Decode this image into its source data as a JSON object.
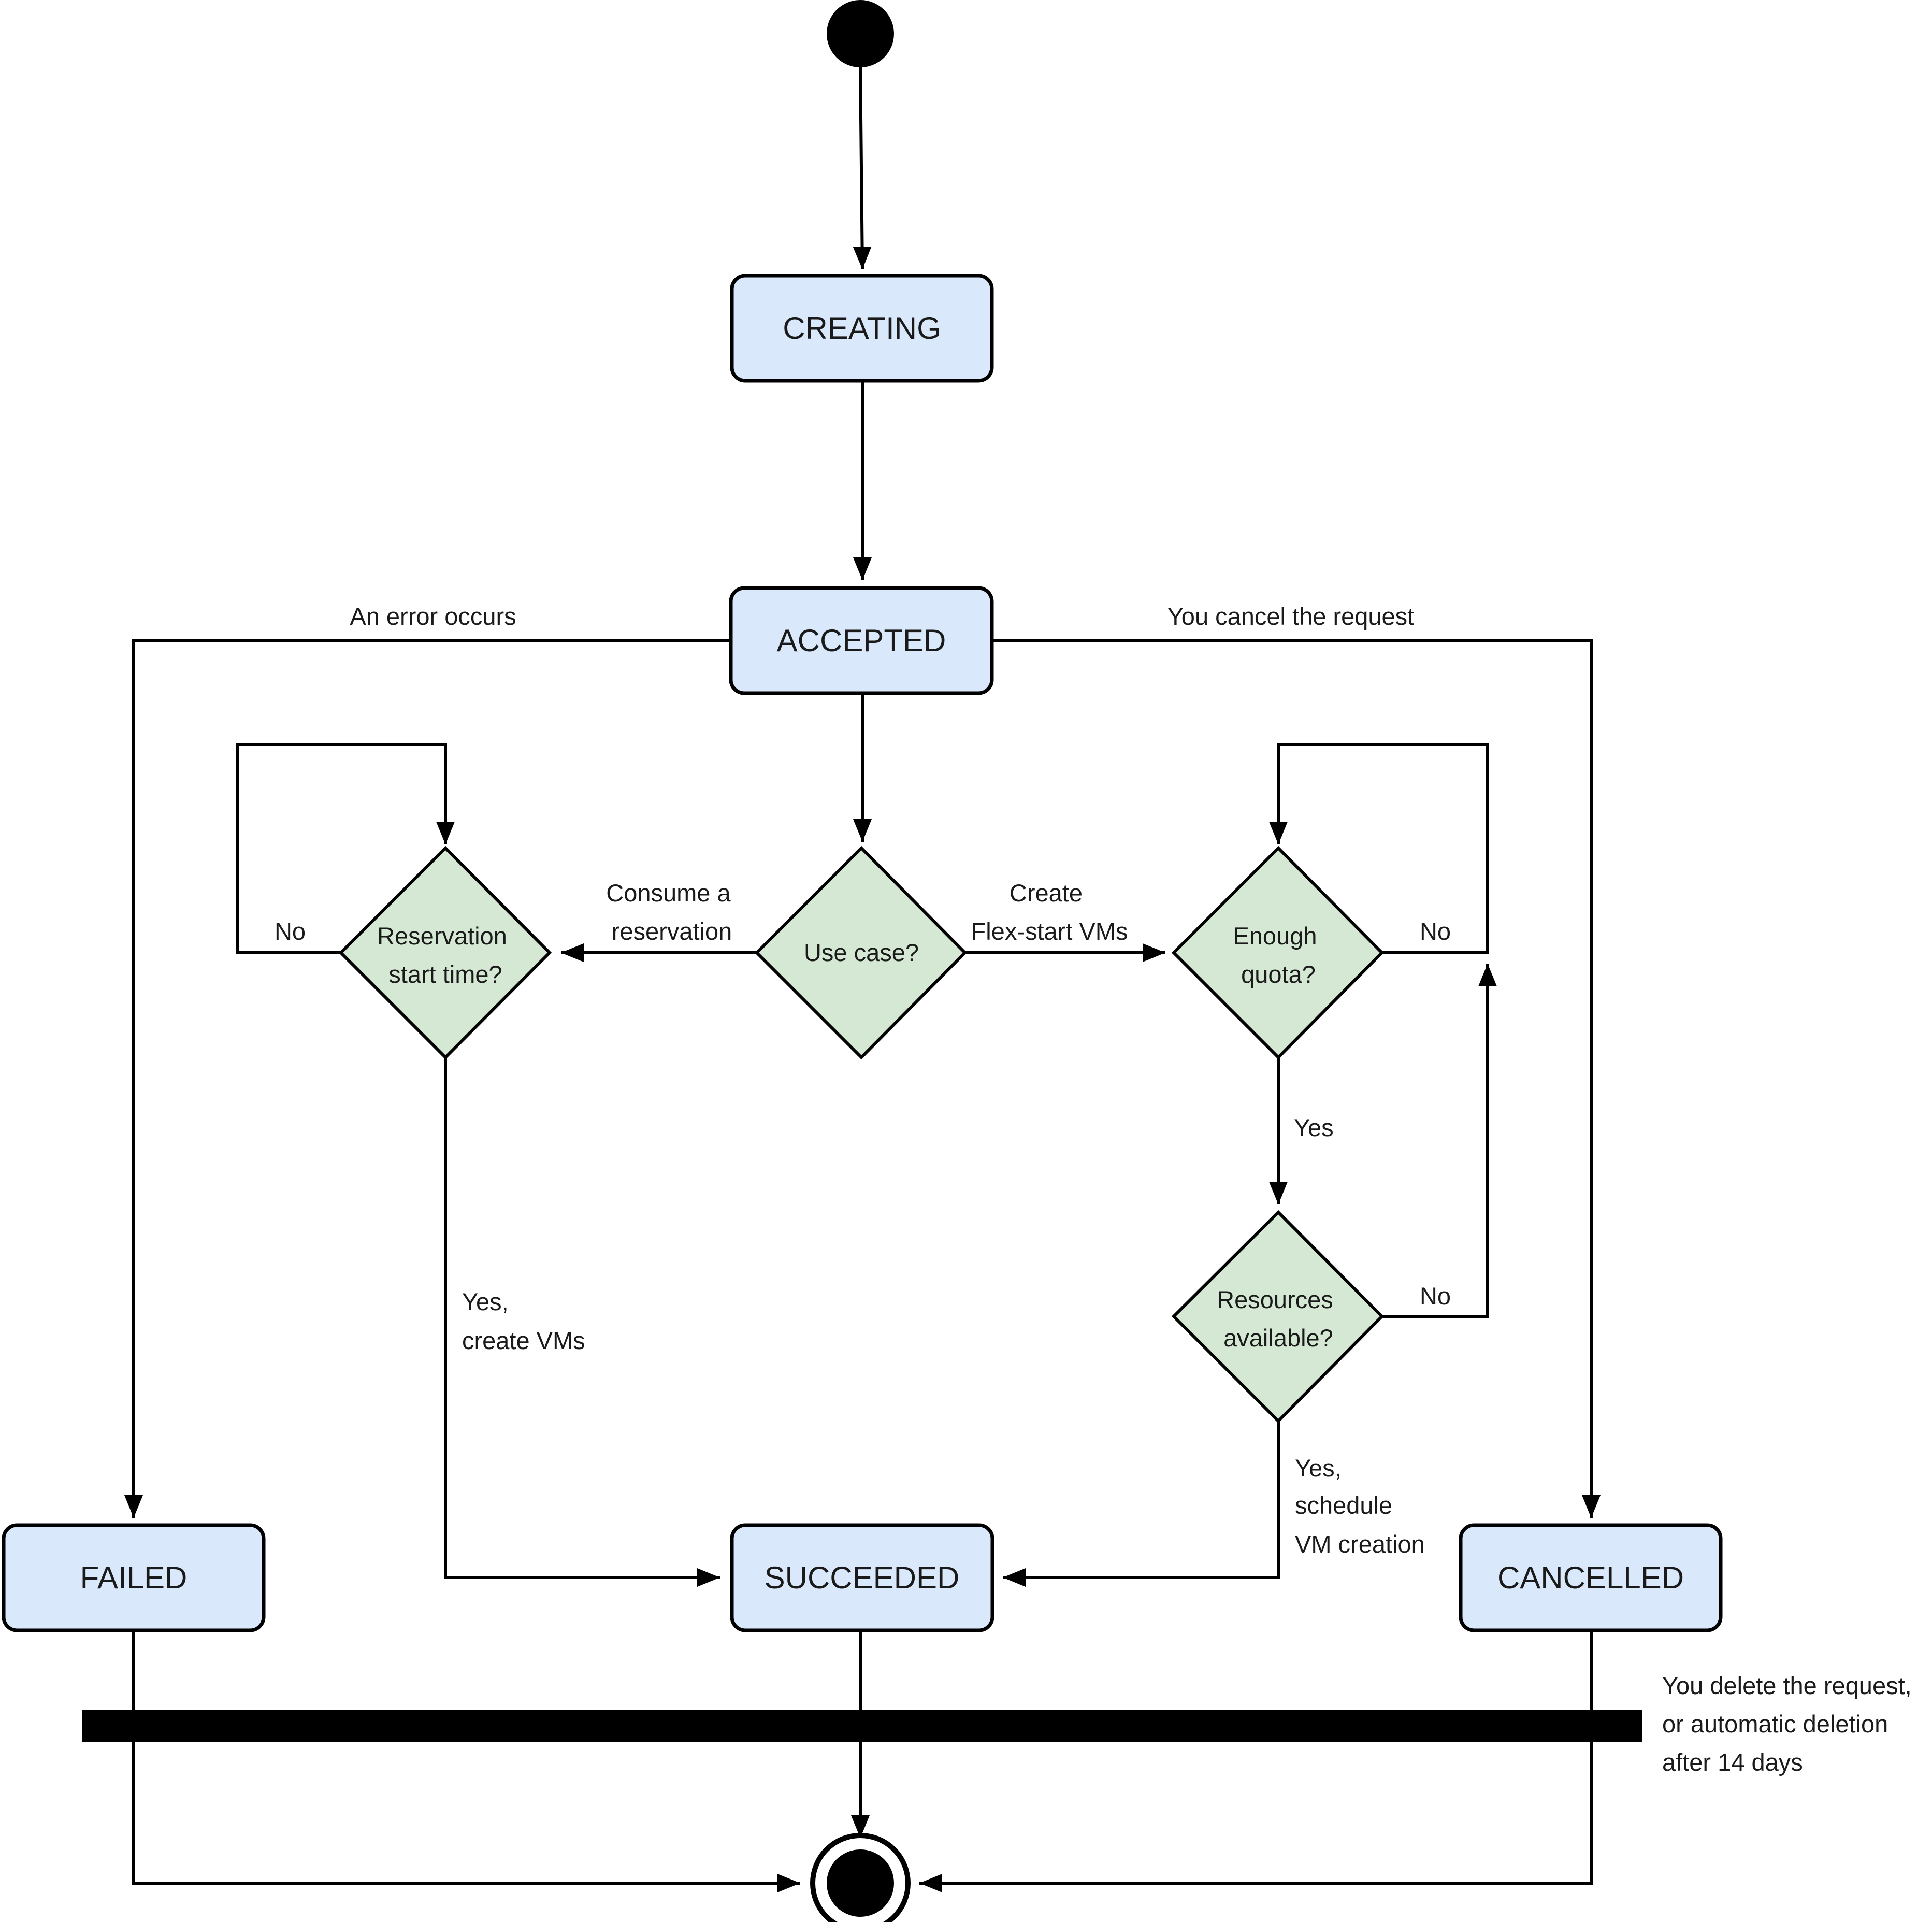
{
  "states": {
    "creating": "CREATING",
    "accepted": "ACCEPTED",
    "failed": "FAILED",
    "succeeded": "SUCCEEDED",
    "cancelled": "CANCELLED"
  },
  "decisions": {
    "use_case": [
      "Use case?"
    ],
    "reservation_start": [
      "Reservation",
      "start time?"
    ],
    "enough_quota": [
      "Enough",
      "quota?"
    ],
    "resources_available": [
      "Resources",
      "available?"
    ]
  },
  "edge_labels": {
    "error": [
      "An error occurs"
    ],
    "cancel": [
      "You cancel the request"
    ],
    "consume": [
      "Consume a",
      "reservation"
    ],
    "create_flex": [
      "Create",
      "Flex-start VMs"
    ],
    "no_reservation": [
      "No"
    ],
    "no_quota": [
      "No"
    ],
    "yes_quota": [
      "Yes"
    ],
    "no_resources": [
      "No"
    ],
    "yes_create": [
      "Yes,",
      "create VMs"
    ],
    "yes_schedule": [
      "Yes,",
      "schedule",
      "VM creation"
    ],
    "delete": [
      "You delete the request,",
      "or automatic deletion",
      "after 14 days"
    ]
  },
  "colors": {
    "state_fill": "#dae8fc",
    "decision_fill": "#d5e8d4",
    "stroke": "#000000",
    "background": "#ffffff"
  }
}
